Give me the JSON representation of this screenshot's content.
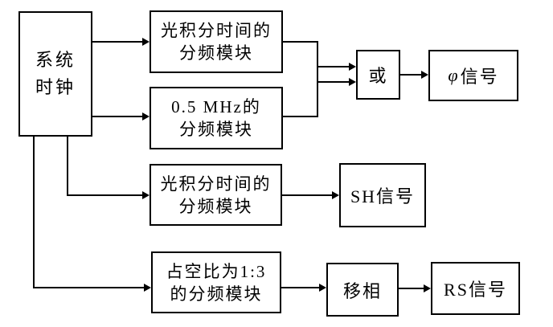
{
  "diagram": {
    "colors": {
      "line": "#000000",
      "background": "#ffffff"
    },
    "nodes": {
      "system_clock": {
        "line1": "系统",
        "line2": "时钟"
      },
      "light_integration_module_top": {
        "line1": "光积分时间的",
        "line2": "分频模块"
      },
      "mhz_module": {
        "line1": "0.5 MHz的",
        "line2": "分频模块"
      },
      "or_gate": {
        "label": "或"
      },
      "phi_signal": {
        "symbol": "φ",
        "suffix": "信号"
      },
      "light_integration_module_mid": {
        "line1": "光积分时间的",
        "line2": "分频模块"
      },
      "sh_signal": {
        "label": "SH信号"
      },
      "duty_cycle_module": {
        "line1": "占空比为1:3",
        "line2": "的分频模块"
      },
      "phase_shift": {
        "label": "移相"
      },
      "rs_signal": {
        "label": "RS信号"
      }
    }
  }
}
